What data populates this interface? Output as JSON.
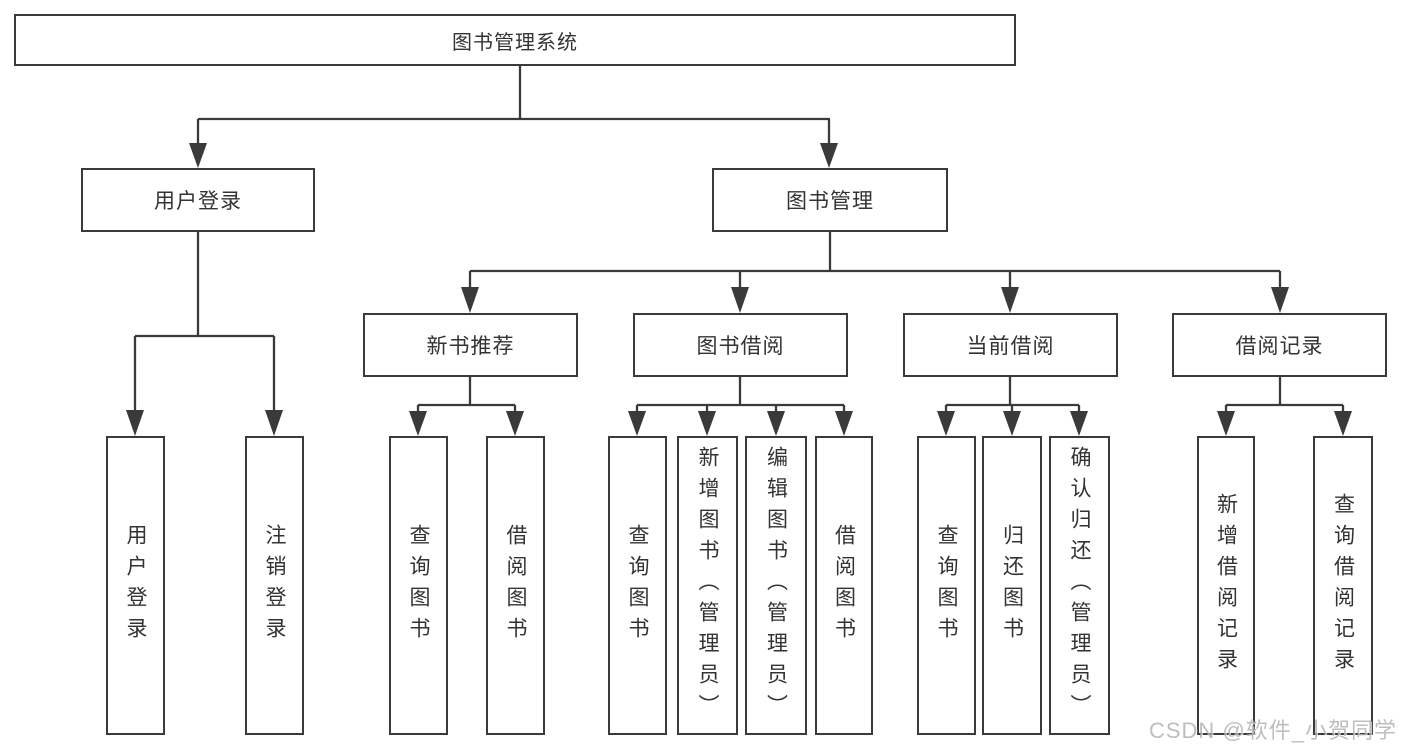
{
  "colors": {
    "line": "#3a3a3a",
    "text": "#333333",
    "background": "#ffffff",
    "watermark": "#b3b3b3"
  },
  "diagram": {
    "root": {
      "label": "图书管理系统"
    },
    "user_login": {
      "label": "用户登录",
      "children": {
        "login": {
          "label": "用户登录"
        },
        "logout": {
          "label": "注销登录"
        }
      }
    },
    "book_management": {
      "label": "图书管理",
      "sections": {
        "new_book_recommend": {
          "label": "新书推荐",
          "children": {
            "query_books": {
              "label": "查询图书"
            },
            "borrow_books": {
              "label": "借阅图书"
            }
          }
        },
        "book_borrowing": {
          "label": "图书借阅",
          "children": {
            "query_books": {
              "label": "查询图书"
            },
            "add_book_admin": {
              "label": "新增图书（管理员）"
            },
            "edit_book_admin": {
              "label": "编辑图书（管理员）"
            },
            "borrow_books": {
              "label": "借阅图书"
            }
          }
        },
        "current_borrowing": {
          "label": "当前借阅",
          "children": {
            "query_books": {
              "label": "查询图书"
            },
            "return_books": {
              "label": "归还图书"
            },
            "confirm_return_admin": {
              "label": "确认归还（管理员）"
            }
          }
        },
        "borrow_records": {
          "label": "借阅记录",
          "children": {
            "add_borrow_record": {
              "label": "新增借阅记录"
            },
            "query_borrow_record": {
              "label": "查询借阅记录"
            }
          }
        }
      }
    }
  },
  "watermark": {
    "text": "CSDN @软件_小贺同学"
  }
}
